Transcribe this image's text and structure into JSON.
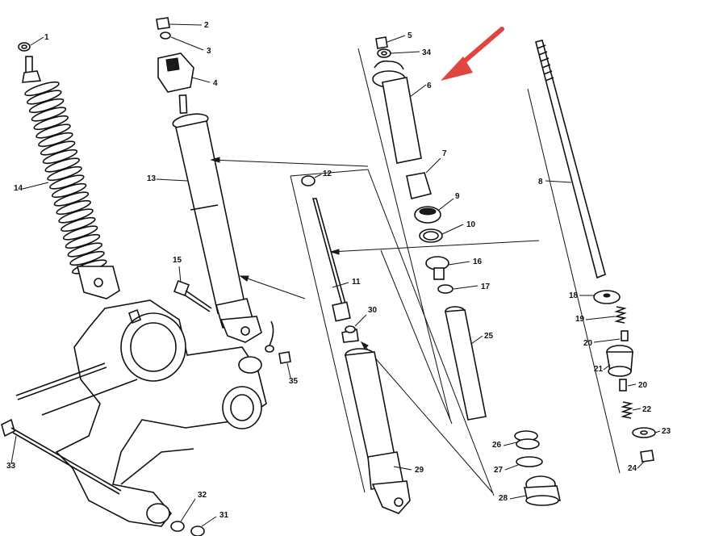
{
  "diagram": {
    "callouts": [
      {
        "id": "1",
        "label": "1"
      },
      {
        "id": "2",
        "label": "2"
      },
      {
        "id": "3",
        "label": "3"
      },
      {
        "id": "4",
        "label": "4"
      },
      {
        "id": "5",
        "label": "5"
      },
      {
        "id": "34",
        "label": "34"
      },
      {
        "id": "6",
        "label": "6"
      },
      {
        "id": "7",
        "label": "7"
      },
      {
        "id": "8",
        "label": "8"
      },
      {
        "id": "9",
        "label": "9"
      },
      {
        "id": "10",
        "label": "10"
      },
      {
        "id": "11",
        "label": "11"
      },
      {
        "id": "12",
        "label": "12"
      },
      {
        "id": "13",
        "label": "13"
      },
      {
        "id": "14",
        "label": "14"
      },
      {
        "id": "15",
        "label": "15"
      },
      {
        "id": "16",
        "label": "16"
      },
      {
        "id": "17",
        "label": "17"
      },
      {
        "id": "18",
        "label": "18"
      },
      {
        "id": "19",
        "label": "19"
      },
      {
        "id": "20a",
        "label": "20"
      },
      {
        "id": "20b",
        "label": "20"
      },
      {
        "id": "21",
        "label": "21"
      },
      {
        "id": "22",
        "label": "22"
      },
      {
        "id": "23",
        "label": "23"
      },
      {
        "id": "24",
        "label": "24"
      },
      {
        "id": "25",
        "label": "25"
      },
      {
        "id": "26",
        "label": "26"
      },
      {
        "id": "27",
        "label": "27"
      },
      {
        "id": "28",
        "label": "28"
      },
      {
        "id": "29",
        "label": "29"
      },
      {
        "id": "30",
        "label": "30"
      },
      {
        "id": "31",
        "label": "31"
      },
      {
        "id": "32",
        "label": "32"
      },
      {
        "id": "33",
        "label": "33"
      },
      {
        "id": "35",
        "label": "35"
      }
    ],
    "highlight": {
      "target": "6",
      "color": "#e0453f"
    }
  }
}
